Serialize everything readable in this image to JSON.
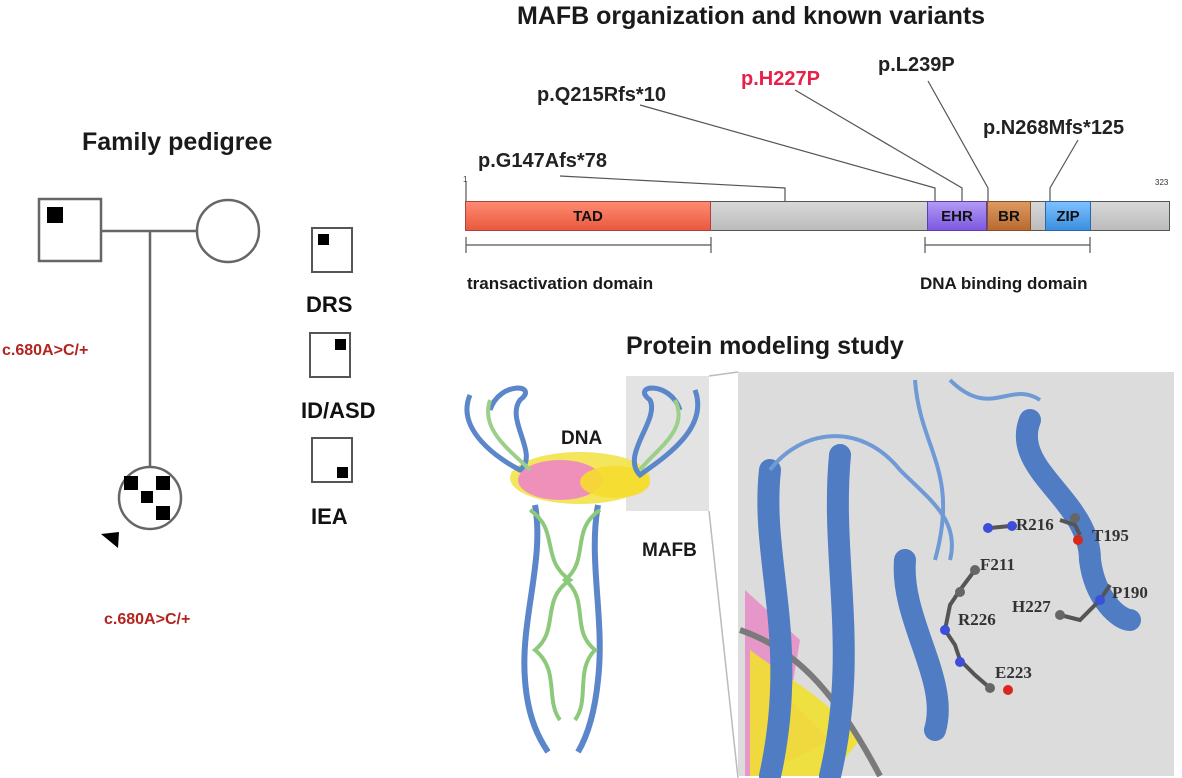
{
  "pedigree": {
    "title": "Family pedigree",
    "father_genotype": "c.680A>C/+",
    "proband_genotype": "c.680A>C/+",
    "legend": [
      {
        "label": "DRS",
        "quadrant": "top-left"
      },
      {
        "label": "ID/ASD",
        "quadrant": "top-right"
      },
      {
        "label": "IEA",
        "quadrant": "bottom-right"
      }
    ]
  },
  "protein_map": {
    "title": "MAFB organization and known variants",
    "start_label": "1",
    "end_label": "323",
    "domains": [
      "TAD",
      "EHR",
      "BR",
      "ZIP"
    ],
    "variants": [
      {
        "label": "p.G147Afs*78",
        "highlight": false
      },
      {
        "label": "p.Q215Rfs*10",
        "highlight": false
      },
      {
        "label": "p.H227P",
        "highlight": true,
        "color": "#e8214a"
      },
      {
        "label": "p.L239P",
        "highlight": false
      },
      {
        "label": "p.N268Mfs*125",
        "highlight": false
      }
    ],
    "region_labels": {
      "transactivation": "transactivation domain",
      "dna_binding": "DNA binding domain"
    },
    "colors": {
      "TAD": "#f26b4f",
      "EHR": "#8e6de8",
      "BR": "#c9783e",
      "ZIP": "#4ea3f0",
      "backbone": "#c8c8c8"
    }
  },
  "modeling": {
    "title": "Protein modeling study",
    "labels": {
      "dna": "DNA",
      "mafb": "MAFB"
    },
    "residues": [
      "R216",
      "T195",
      "F211",
      "P190",
      "H227",
      "R226",
      "E223"
    ]
  }
}
